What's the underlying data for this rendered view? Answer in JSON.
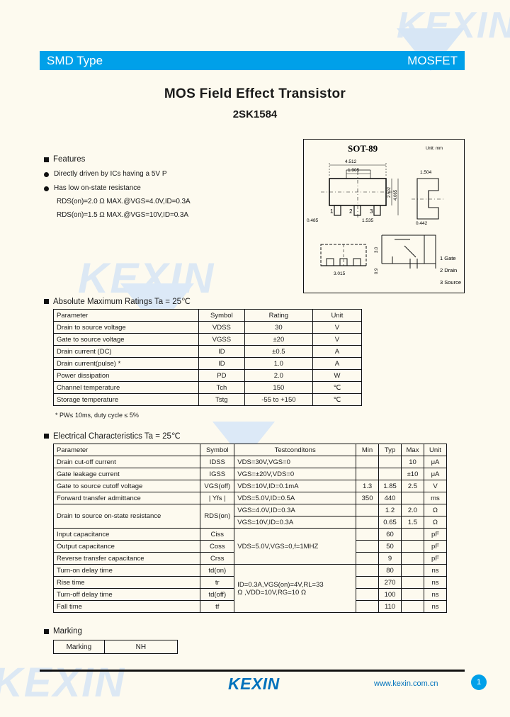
{
  "banner": {
    "left": "SMD Type",
    "right": "MOSFET"
  },
  "title": "MOS Field Effect  Transistor",
  "part_number": "2SK1584",
  "features": {
    "heading": "Features",
    "items": [
      "Directly driven by ICs having a 5V P",
      "Has low on-state resistance"
    ],
    "sub_items": [
      "RDS(on)=2.0 Ω MAX.@VGS=4.0V,ID=0.3A",
      "RDS(on)=1.5 Ω MAX.@VGS=10V,ID=0.3A"
    ]
  },
  "package": {
    "name": "SOT-89",
    "unit_note": "Unit: mm",
    "dim_top_outer": "4.512",
    "dim_top_inner": "1.905",
    "dim_height_inner": "2.502",
    "dim_height_outer": "4.065",
    "dim_pin_left": "0.485",
    "dim_pin_right": "1.535",
    "dim_side_top": "1.504",
    "dim_side_bottom": "0.442",
    "dim_bottom": "3.015",
    "dim_sch_upper": "3.0",
    "dim_sch_lower": "0.9",
    "pins": [
      "1 Gate",
      "2 Drain",
      "3 Source"
    ]
  },
  "abs_max": {
    "heading": "Absolute Maximum Ratings Ta = 25℃",
    "columns": [
      "Parameter",
      "Symbol",
      "Rating",
      "Unit"
    ],
    "rows": [
      {
        "parameter": "Drain to source voltage",
        "symbol": "VDSS",
        "rating": "30",
        "unit": "V"
      },
      {
        "parameter": "Gate to source voltage",
        "symbol": "VGSS",
        "rating": "±20",
        "unit": "V"
      },
      {
        "parameter": "Drain current (DC)",
        "symbol": "ID",
        "rating": "±0.5",
        "unit": "A"
      },
      {
        "parameter": "Drain current(pulse)  *",
        "symbol": "ID",
        "rating": "1.0",
        "unit": "A"
      },
      {
        "parameter": "Power dissipation",
        "symbol": "PD",
        "rating": "2.0",
        "unit": "W"
      },
      {
        "parameter": "Channel  temperature",
        "symbol": "Tch",
        "rating": "150",
        "unit": "℃"
      },
      {
        "parameter": "Storage temperature",
        "symbol": "Tstg",
        "rating": "-55 to +150",
        "unit": "℃"
      }
    ],
    "note": "* PW≤ 10ms, duty cycle ≤ 5%"
  },
  "electrical": {
    "heading": "Electrical Characteristics Ta = 25℃",
    "columns": [
      "Parameter",
      "Symbol",
      "Testconditons",
      "Min",
      "Typ",
      "Max",
      "Unit"
    ],
    "rows": [
      {
        "parameter": "Drain cut-off current",
        "symbol": "IDSS",
        "cond": "VDS=30V,VGS=0",
        "min": "",
        "typ": "",
        "max": "10",
        "unit": "μA"
      },
      {
        "parameter": "Gate leakage current",
        "symbol": "IGSS",
        "cond": "VGS=±20V,VDS=0",
        "min": "",
        "typ": "",
        "max": "±10",
        "unit": "μA"
      },
      {
        "parameter": "Gate to source cutoff voltage",
        "symbol": "VGS(off)",
        "cond": "VDS=10V,ID=0.1mA",
        "min": "1.3",
        "typ": "1.85",
        "max": "2.5",
        "unit": "V"
      },
      {
        "parameter": "Forward transfer admittance",
        "symbol": "| Yfs |",
        "cond": "VDS=5.0V,ID=0.5A",
        "min": "350",
        "typ": "440",
        "max": "",
        "unit": "ms"
      },
      {
        "parameter": "Drain to source on-state resistance",
        "symbol": "RDS(on)",
        "cond": "VGS=4.0V,ID=0.3A",
        "min": "",
        "typ": "1.2",
        "max": "2.0",
        "unit": "Ω"
      },
      {
        "parameter": "",
        "symbol": "",
        "cond": "VGS=10V,ID=0.3A",
        "min": "",
        "typ": "0.65",
        "max": "1.5",
        "unit": "Ω"
      },
      {
        "parameter": "Input capacitance",
        "symbol": "Ciss",
        "cond": "",
        "min": "",
        "typ": "60",
        "max": "",
        "unit": "pF"
      },
      {
        "parameter": "Output  capacitance",
        "symbol": "Coss",
        "cond": "VDS=5.0V,VGS=0,f=1MHZ",
        "min": "",
        "typ": "50",
        "max": "",
        "unit": "pF"
      },
      {
        "parameter": "Reverse transfer capacitance",
        "symbol": "Crss",
        "cond": "",
        "min": "",
        "typ": "9",
        "max": "",
        "unit": "pF"
      },
      {
        "parameter": "Turn-on delay time",
        "symbol": "td(on)",
        "cond": "",
        "min": "",
        "typ": "80",
        "max": "",
        "unit": "ns"
      },
      {
        "parameter": "Rise time",
        "symbol": "tr",
        "cond": "ID=0.3A,VGS(on)=4V,RL=33",
        "min": "",
        "typ": "270",
        "max": "",
        "unit": "ns"
      },
      {
        "parameter": "Turn-off delay time",
        "symbol": "td(off)",
        "cond": "Ω ,VDD=10V,RG=10 Ω",
        "min": "",
        "typ": "100",
        "max": "",
        "unit": "ns"
      },
      {
        "parameter": "Fall time",
        "symbol": "tf",
        "cond": "",
        "min": "",
        "typ": "110",
        "max": "",
        "unit": "ns"
      }
    ]
  },
  "marking": {
    "heading": "Marking",
    "label": "Marking",
    "value": "NH"
  },
  "footer": {
    "logo": "KEXIN",
    "url": "www.kexin.com.cn",
    "page": "1"
  },
  "colors": {
    "accent": "#00a0e9",
    "link": "#0072bc",
    "background": "#fdfaef"
  }
}
